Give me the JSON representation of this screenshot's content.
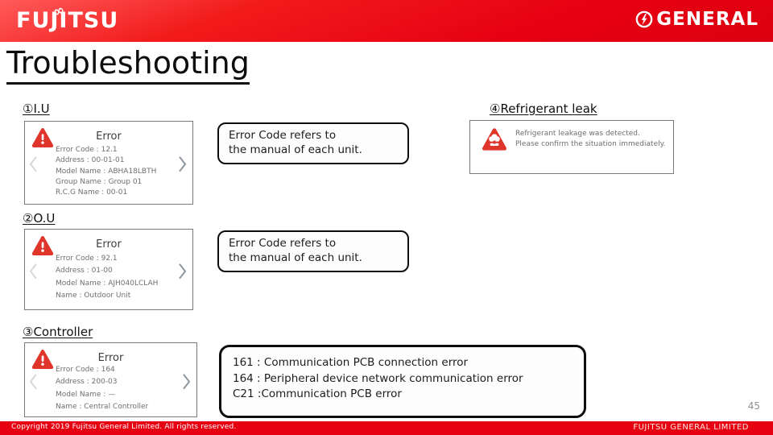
{
  "header": {
    "brand_left": "FUJITSU",
    "brand_right": "GENERAL"
  },
  "title": "Troubleshooting",
  "colors": {
    "brand_red": "#e60012",
    "warning_red": "#e0352b",
    "screen_text_gray": "#6f6f6f"
  },
  "sections": [
    {
      "label": "①I.U",
      "screen": {
        "title": "Error",
        "lines": [
          "Error Code : 12.1",
          "Address : 00-01-01",
          "Model Name : ABHA18LBTH",
          "Group Name : Group 01",
          "R.C.G Name : 00-01"
        ]
      },
      "note": "Error Code refers to\nthe manual of each unit."
    },
    {
      "label": "②O.U",
      "screen": {
        "title": "Error",
        "lines": [
          "Error Code : 92.1",
          "Address : 01-00",
          "Model Name : AJH040LCLAH",
          "Name : Outdoor Unit"
        ]
      },
      "note": "Error Code refers to\nthe manual of each unit."
    },
    {
      "label": "③Controller",
      "screen": {
        "title": "Error",
        "lines": [
          "Error Code : 164",
          "Address : 200-03",
          "Model Name : —",
          "Name : Central Controller"
        ]
      },
      "codes": "161 : Communication PCB connection error\n164 : Peripheral device network communication error\nC21 :Communication PCB error"
    },
    {
      "label": "④Refrigerant leak",
      "screen": {
        "message": "Refrigerant leakage was detected.\nPlease confirm the situation immediately."
      }
    }
  ],
  "footer": {
    "copyright": "Copyright 2019 Fujitsu General Limited. All rights reserved.",
    "company": "FUJITSU GENERAL LIMITED",
    "page_number": "45"
  }
}
